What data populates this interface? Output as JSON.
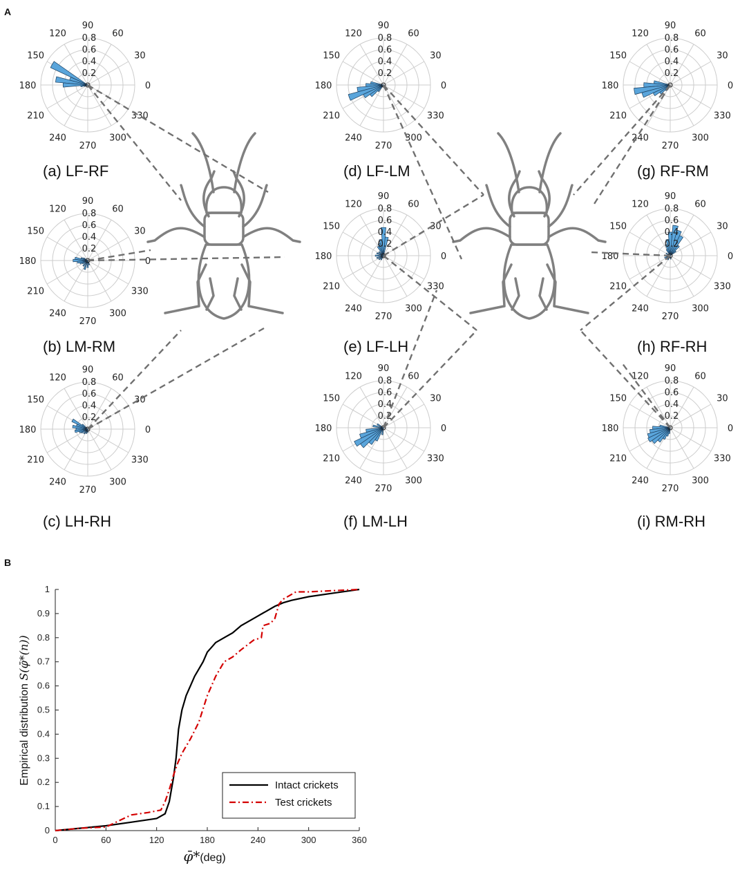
{
  "panels": {
    "a": "A",
    "b": "B"
  },
  "rose_angle_ticks": [
    "0",
    "30",
    "60",
    "90",
    "120",
    "150",
    "180",
    "210",
    "240",
    "270",
    "300",
    "330"
  ],
  "rose_radial_ticks": [
    "0.2",
    "0.4",
    "0.6",
    "0.8"
  ],
  "colors": {
    "rose_fill": "#5aa5db",
    "grid": "#cccccc",
    "cricket": "#808080",
    "intact": "#000000",
    "test": "#d40000"
  },
  "chart_data": [
    {
      "type": "polar-histogram",
      "rlim": [
        0,
        0.8
      ],
      "roses": [
        {
          "label": "(a)  LF-RF",
          "bins_deg": [
            150,
            160,
            170,
            180,
            190,
            200
          ],
          "values": [
            0.7,
            0.32,
            0.55,
            0.42,
            0.12,
            0.06
          ]
        },
        {
          "label": "(b)  LM-RM",
          "bins_deg": [
            150,
            160,
            170,
            180,
            190,
            200,
            210,
            230,
            250,
            270,
            290
          ],
          "values": [
            0.08,
            0.12,
            0.22,
            0.25,
            0.18,
            0.14,
            0.1,
            0.12,
            0.16,
            0.12,
            0.08
          ]
        },
        {
          "label": "(c)  LH-RH",
          "bins_deg": [
            140,
            150,
            160,
            170,
            180,
            190,
            200,
            210,
            230,
            250,
            270
          ],
          "values": [
            0.12,
            0.3,
            0.2,
            0.26,
            0.2,
            0.22,
            0.15,
            0.12,
            0.1,
            0.08,
            0.06
          ]
        },
        {
          "label": "(d)  LF-LM",
          "bins_deg": [
            170,
            180,
            190,
            200,
            210,
            220,
            230
          ],
          "values": [
            0.22,
            0.3,
            0.45,
            0.62,
            0.38,
            0.28,
            0.14
          ]
        },
        {
          "label": "(e)  LF-LH",
          "bins_deg": [
            80,
            90,
            100,
            110,
            120,
            140,
            160,
            180,
            200,
            220,
            240
          ],
          "values": [
            0.32,
            0.48,
            0.28,
            0.22,
            0.18,
            0.1,
            0.12,
            0.14,
            0.12,
            0.1,
            0.08
          ]
        },
        {
          "label": "(f)  LM-LH",
          "bins_deg": [
            150,
            170,
            190,
            200,
            210,
            220,
            230,
            240,
            260
          ],
          "values": [
            0.12,
            0.18,
            0.3,
            0.42,
            0.55,
            0.48,
            0.35,
            0.25,
            0.12
          ]
        },
        {
          "label": "(g)  RF-RM",
          "bins_deg": [
            170,
            180,
            190,
            200,
            210,
            220,
            230
          ],
          "values": [
            0.28,
            0.45,
            0.62,
            0.5,
            0.32,
            0.22,
            0.12
          ]
        },
        {
          "label": "(h)  RF-RH",
          "bins_deg": [
            40,
            50,
            60,
            70,
            80,
            90,
            100,
            110,
            120,
            150,
            200,
            240,
            280
          ],
          "values": [
            0.12,
            0.22,
            0.38,
            0.45,
            0.52,
            0.4,
            0.28,
            0.2,
            0.12,
            0.08,
            0.1,
            0.08,
            0.06
          ]
        },
        {
          "label": "(i)  RM-RH",
          "bins_deg": [
            170,
            180,
            190,
            200,
            210,
            220,
            230,
            240,
            250,
            260
          ],
          "values": [
            0.18,
            0.3,
            0.35,
            0.4,
            0.42,
            0.38,
            0.3,
            0.22,
            0.15,
            0.1
          ]
        }
      ]
    },
    {
      "type": "line",
      "xlabel": "(deg)",
      "xsymbol": "φ̄*",
      "ylabel": "Empirical distribution",
      "ysymbol": "S(φ̄*(n))",
      "xlim": [
        0,
        360
      ],
      "ylim": [
        0,
        1
      ],
      "xticks": [
        0,
        60,
        120,
        180,
        240,
        300,
        360
      ],
      "yticks": [
        0,
        0.1,
        0.2,
        0.3,
        0.4,
        0.5,
        0.6,
        0.7,
        0.8,
        0.9,
        1
      ],
      "legend_position": "bottom-right",
      "series": [
        {
          "name": "Intact crickets",
          "style": "solid",
          "x": [
            0,
            30,
            60,
            90,
            120,
            130,
            135,
            140,
            143,
            146,
            150,
            155,
            160,
            165,
            170,
            175,
            180,
            185,
            190,
            200,
            210,
            220,
            230,
            240,
            250,
            260,
            270,
            280,
            300,
            330,
            360
          ],
          "y": [
            0,
            0.01,
            0.02,
            0.035,
            0.05,
            0.07,
            0.12,
            0.22,
            0.3,
            0.42,
            0.5,
            0.56,
            0.6,
            0.64,
            0.67,
            0.7,
            0.74,
            0.76,
            0.78,
            0.8,
            0.82,
            0.85,
            0.87,
            0.89,
            0.91,
            0.93,
            0.945,
            0.955,
            0.97,
            0.985,
            1
          ]
        },
        {
          "name": "Test crickets",
          "style": "dashdot",
          "x": [
            0,
            30,
            60,
            75,
            90,
            110,
            125,
            130,
            135,
            140,
            145,
            150,
            155,
            160,
            170,
            180,
            190,
            200,
            210,
            220,
            235,
            244,
            246,
            255,
            260,
            265,
            270,
            285,
            300,
            330,
            360
          ],
          "y": [
            0,
            0.01,
            0.015,
            0.04,
            0.065,
            0.075,
            0.085,
            0.12,
            0.17,
            0.23,
            0.28,
            0.32,
            0.35,
            0.38,
            0.45,
            0.56,
            0.64,
            0.7,
            0.72,
            0.75,
            0.79,
            0.8,
            0.85,
            0.86,
            0.88,
            0.94,
            0.96,
            0.99,
            0.99,
            0.995,
            1
          ]
        }
      ]
    }
  ]
}
